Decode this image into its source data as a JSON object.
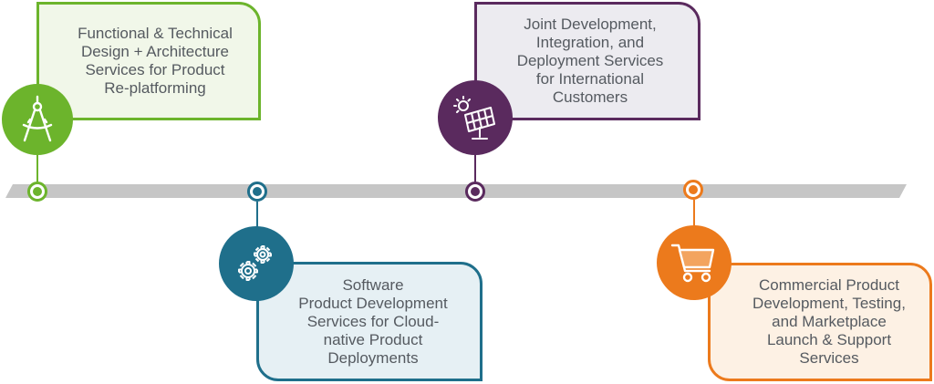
{
  "colors": {
    "track": "#c6c6c6",
    "green": "#6cb42c",
    "teal": "#1f6f8b",
    "purple": "#5a2a5e",
    "orange": "#ec7a1c"
  },
  "milestones": [
    {
      "label": "Functional & Technical\nDesign + Architecture\nServices for Product\nRe-platforming",
      "icon": "compass-icon",
      "color": "#6cb42c"
    },
    {
      "label": "Software\nProduct Development\nServices for Cloud-\nnative Product\nDeployments",
      "icon": "gears-icon",
      "color": "#1f6f8b"
    },
    {
      "label": "Joint Development,\nIntegration, and\nDeployment Services\nfor International\nCustomers",
      "icon": "solar-panel-icon",
      "color": "#5a2a5e"
    },
    {
      "label": "Commercial Product\nDevelopment, Testing,\nand Marketplace\nLaunch & Support\nServices",
      "icon": "shopping-cart-icon",
      "color": "#ec7a1c"
    }
  ]
}
